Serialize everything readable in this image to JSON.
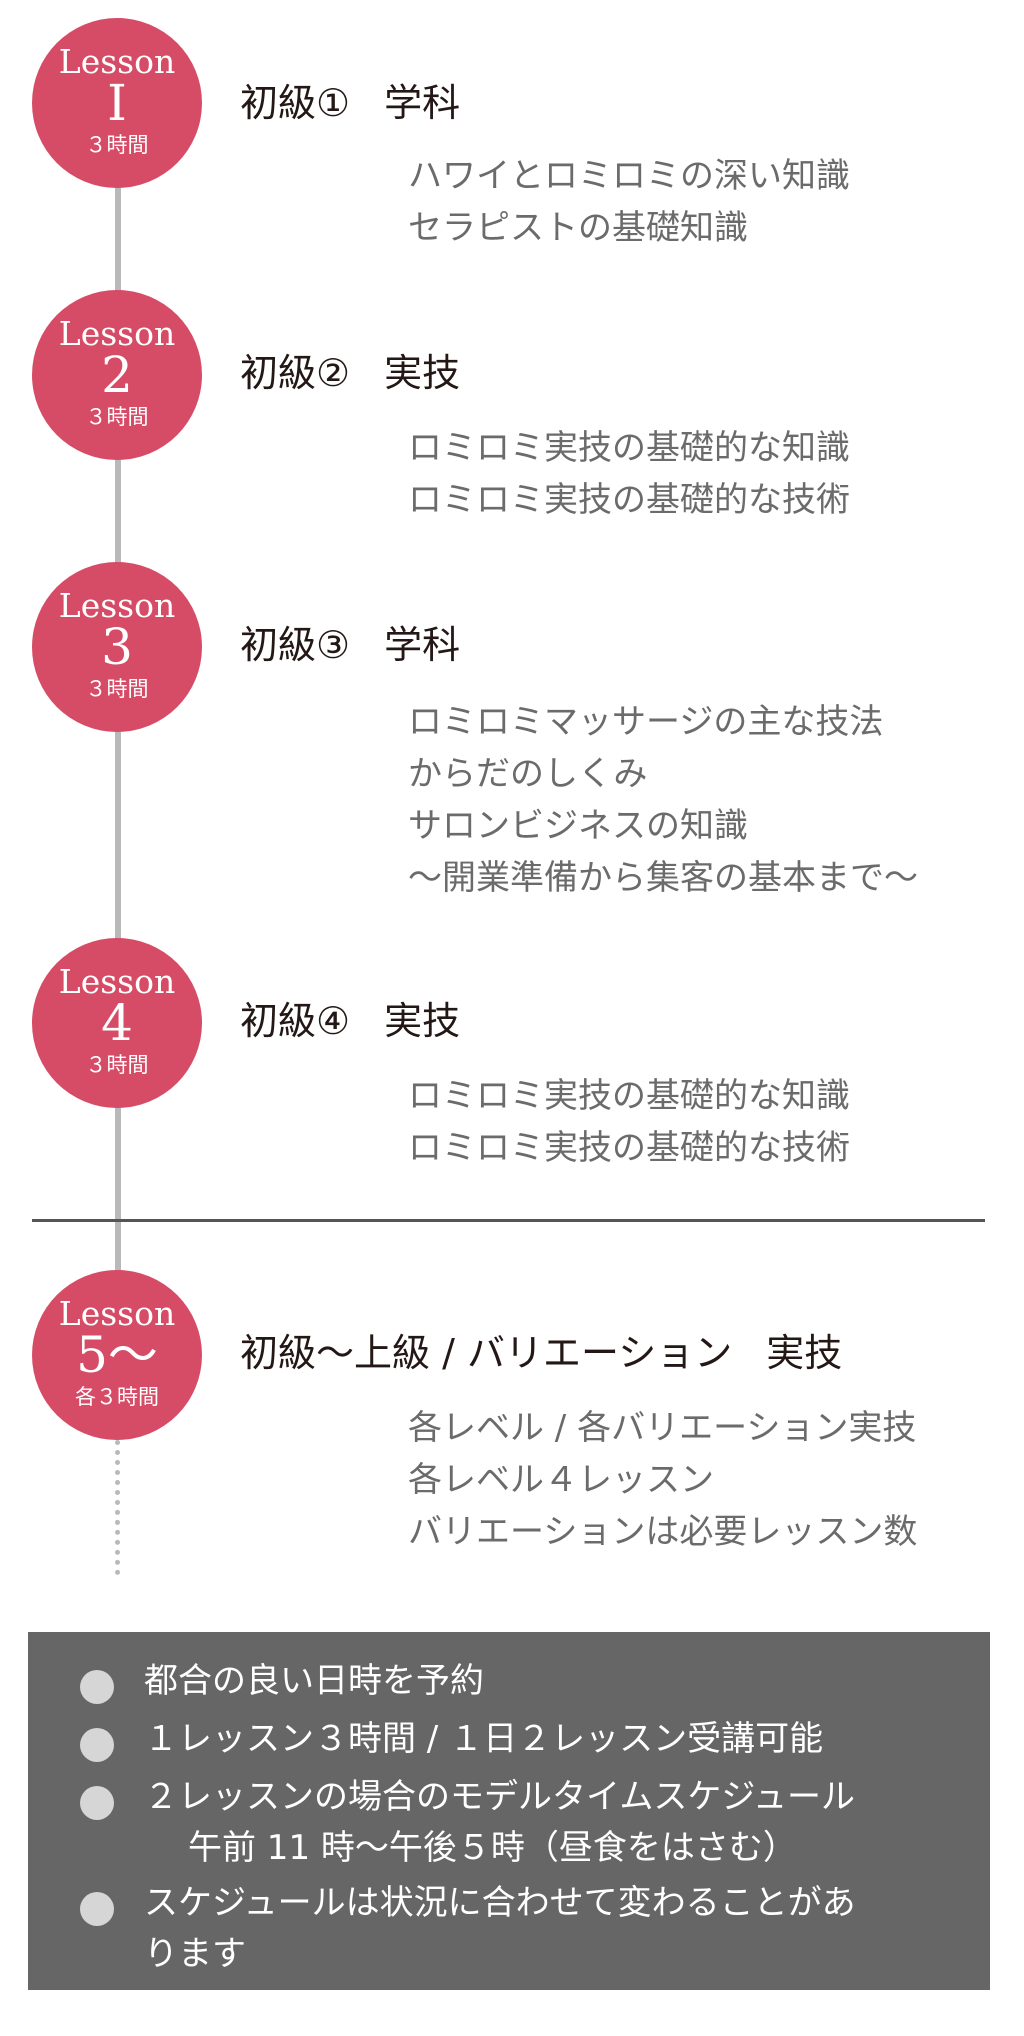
{
  "lessons": [
    {
      "badge_word": "Lesson",
      "badge_num": "I",
      "badge_hours": "３時間",
      "level": "初級①",
      "category": "学科",
      "lines": [
        "ハワイとロミロミの深い知識",
        "セラピストの基礎知識"
      ]
    },
    {
      "badge_word": "Lesson",
      "badge_num": "2",
      "badge_hours": "３時間",
      "level": "初級②",
      "category": "実技",
      "lines": [
        "ロミロミ実技の基礎的な知識",
        "ロミロミ実技の基礎的な技術"
      ]
    },
    {
      "badge_word": "Lesson",
      "badge_num": "3",
      "badge_hours": "３時間",
      "level": "初級③",
      "category": "学科",
      "lines": [
        "ロミロミマッサージの主な技法",
        "からだのしくみ",
        "サロンビジネスの知識",
        "〜開業準備から集客の基本まで〜"
      ]
    },
    {
      "badge_word": "Lesson",
      "badge_num": "4",
      "badge_hours": "３時間",
      "level": "初級④",
      "category": "実技",
      "lines": [
        "ロミロミ実技の基礎的な知識",
        "ロミロミ実技の基礎的な技術"
      ]
    },
    {
      "badge_word": "Lesson",
      "badge_num": "5〜",
      "badge_hours": "各３時間",
      "level": "初級〜上級 / バリエーション",
      "category": "実技",
      "lines": [
        "各レベル / 各バリエーション実技",
        "各レベル４レッスン",
        "バリエーションは必要レッスン数"
      ]
    }
  ],
  "info": [
    {
      "lines": [
        "都合の良い日時を予約"
      ]
    },
    {
      "lines": [
        "１レッスン３時間 /  １日２レッスン受講可能"
      ]
    },
    {
      "lines": [
        "２レッスンの場合のモデルタイムスケジュール",
        "午前 11 時〜午後５時（昼食をはさむ）"
      ]
    },
    {
      "lines": [
        "スケジュールは状況に合わせて変わることがあ",
        "ります"
      ]
    }
  ]
}
